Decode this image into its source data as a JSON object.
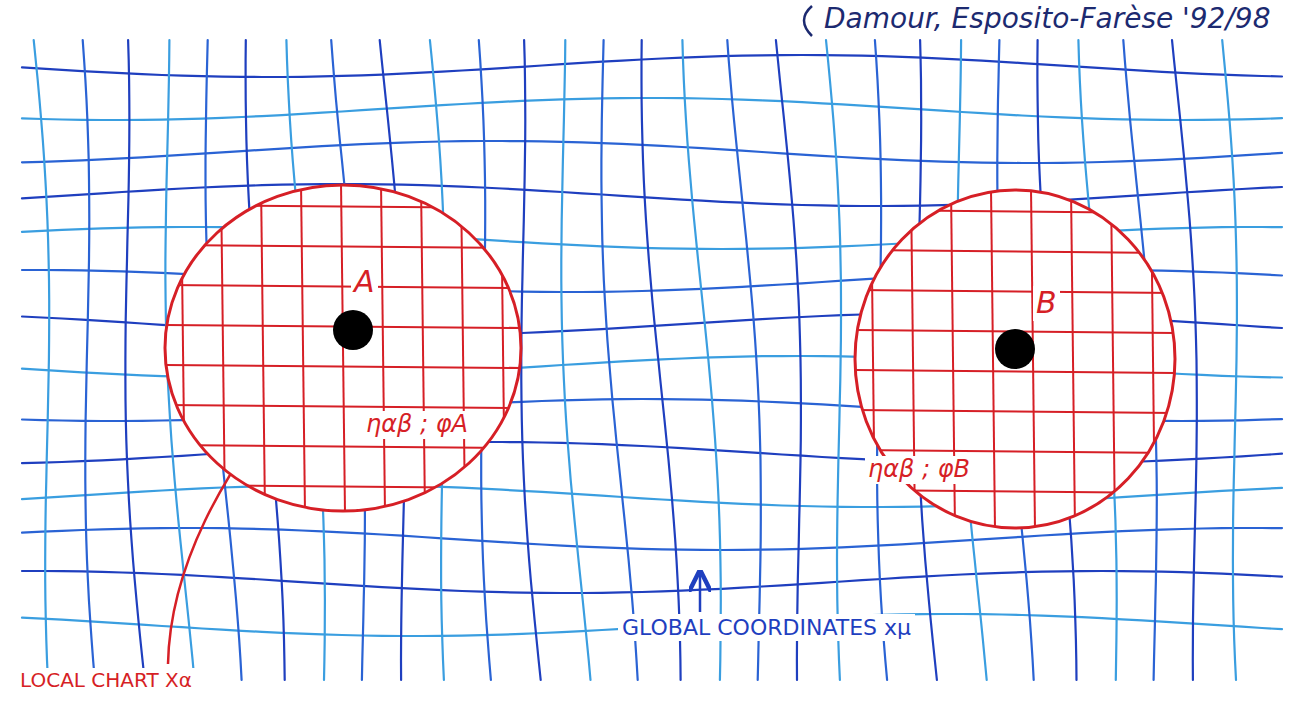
{
  "diagram": {
    "nodes": [
      {
        "text": [
          "A",
          "ηαβ ; φA"
        ]
      },
      {
        "text": [
          "B",
          "ηαβ ; φB"
        ]
      }
    ],
    "labels": [
      "Damour, Esposito-Farèse '92/98",
      "LOCAL CHART Xα",
      "GLOBAL COORDINATES xμ"
    ]
  }
}
